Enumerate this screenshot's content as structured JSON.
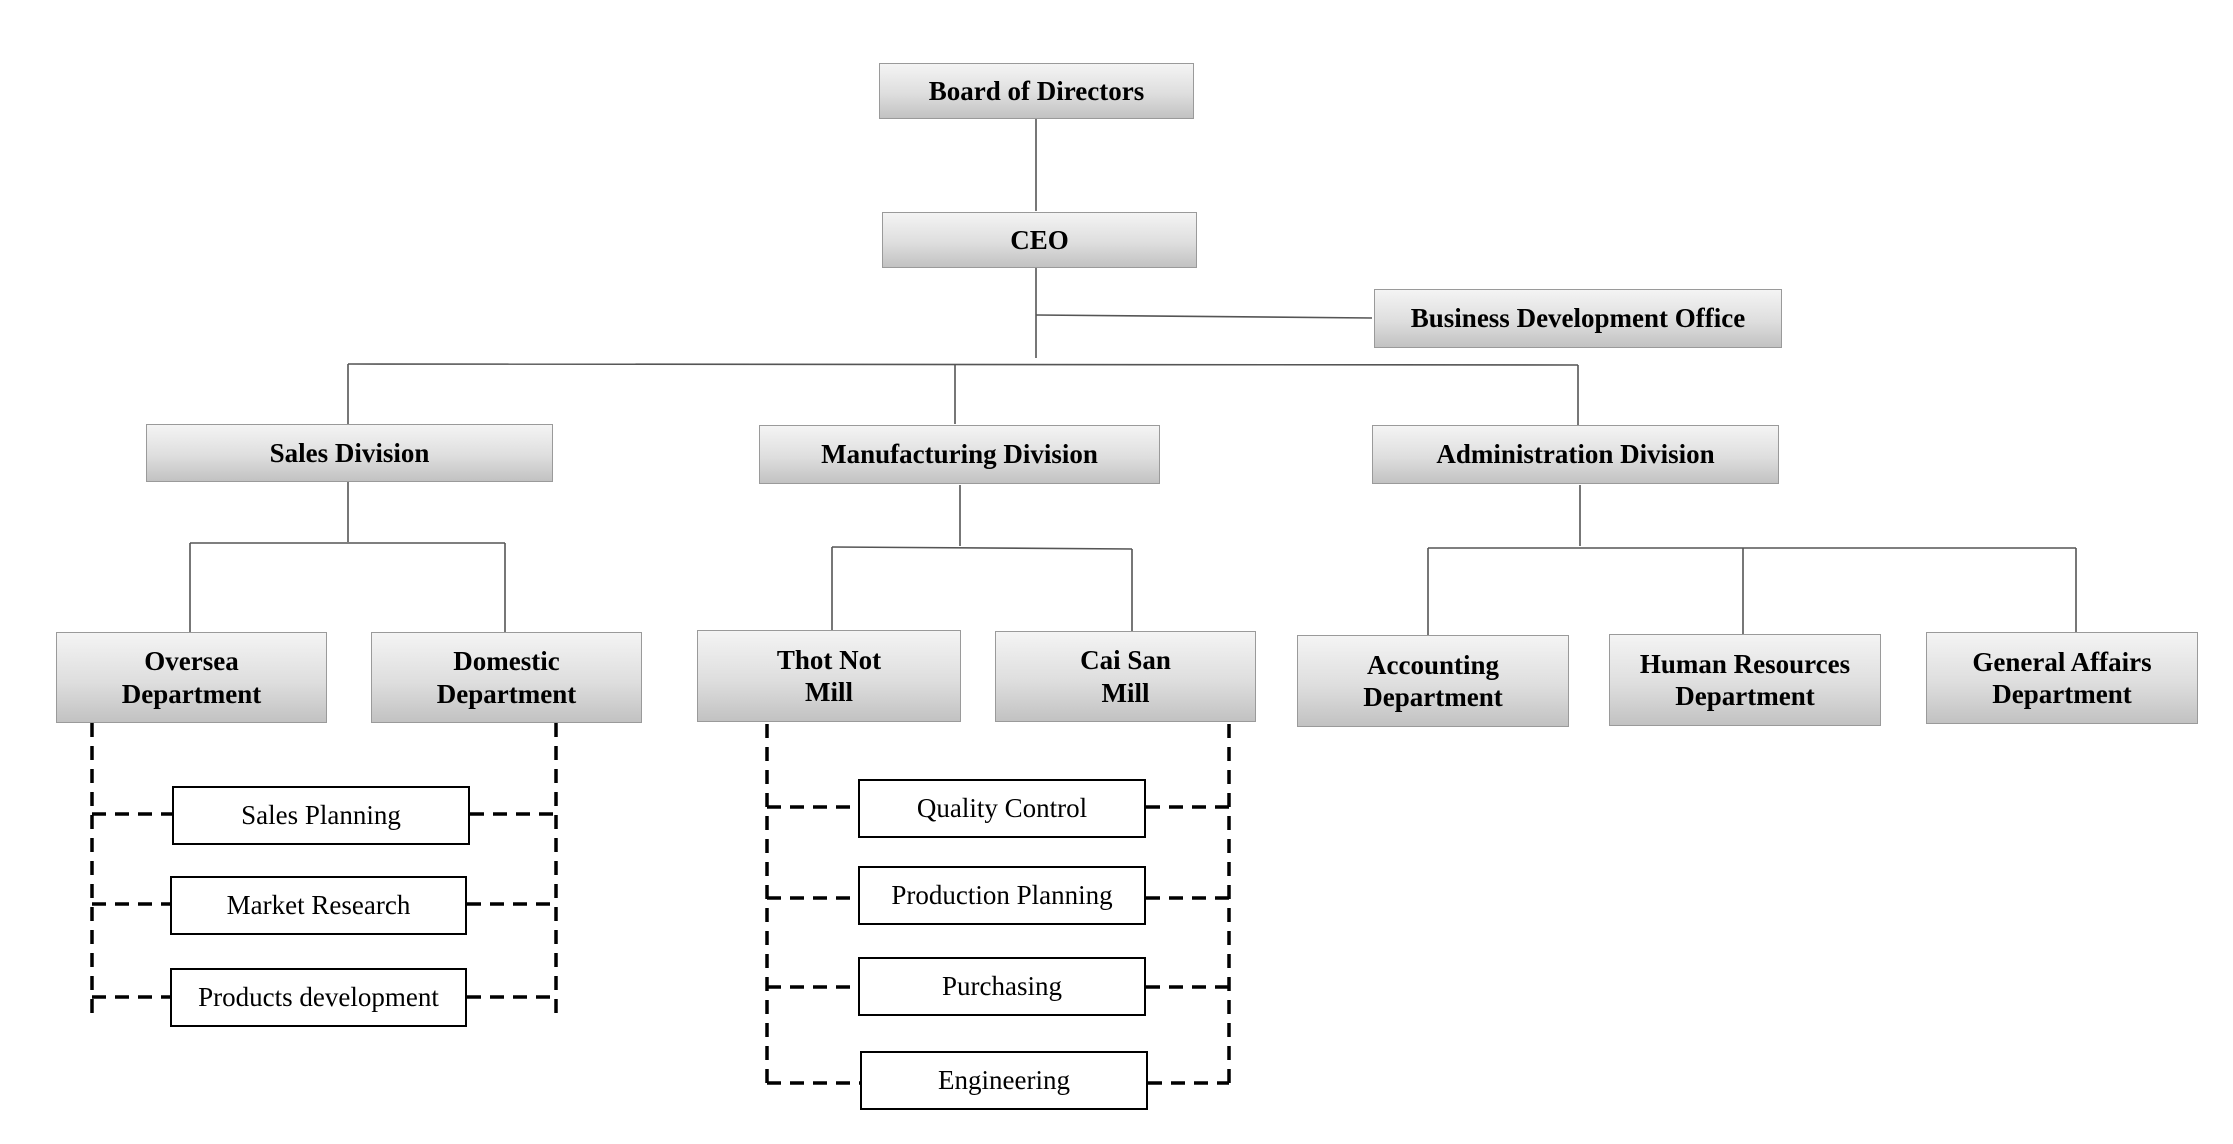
{
  "org": {
    "board": "Board of Directors",
    "ceo": "CEO",
    "bdo": "Business Development Office",
    "divisions": {
      "sales": "Sales Division",
      "manufacturing": "Manufacturing Division",
      "administration": "Administration Division"
    },
    "sales_departments": [
      "Oversea\nDepartment",
      "Domestic\nDepartment"
    ],
    "mills": [
      "Thot Not\nMill",
      "Cai San\nMill"
    ],
    "admin_departments": [
      "Accounting\nDepartment",
      "Human Resources\nDepartment",
      "General Affairs\nDepartment"
    ],
    "sales_functions": [
      "Sales Planning",
      "Market Research",
      "Products development"
    ],
    "manufacturing_functions": [
      "Quality Control",
      "Production Planning",
      "Purchasing",
      "Engineering"
    ]
  }
}
